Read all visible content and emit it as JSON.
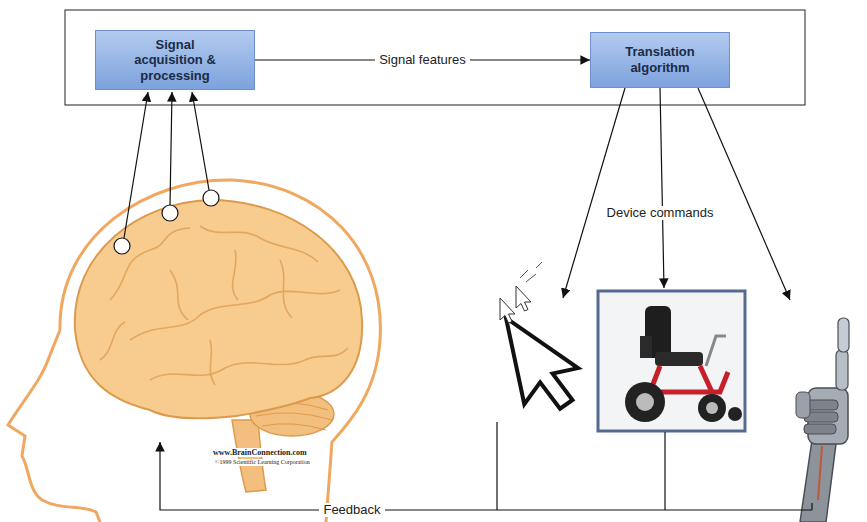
{
  "diagram": {
    "nodes": [
      {
        "text": [
          "Signal acquisition & processing"
        ]
      },
      {
        "text": [
          "Translation algorithm"
        ]
      }
    ],
    "edges": [
      {
        "from": 0,
        "to": 1,
        "arrow": "to",
        "label": "Signal features"
      }
    ],
    "labels": [
      "Device commands",
      "Feedback",
      "www.BrainConnection.com",
      "©1999 Scientific Learning Corporation"
    ]
  }
}
